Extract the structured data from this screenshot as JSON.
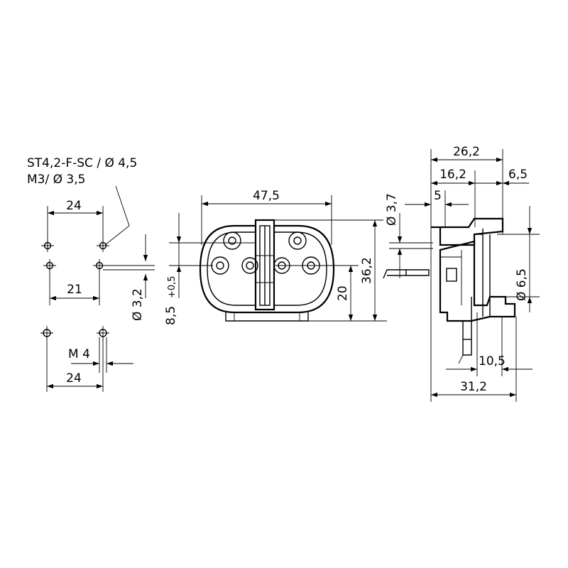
{
  "hole_pattern": {
    "screw_note_line1": "ST4,2-F-SC / Ø  4,5",
    "screw_note_line2": "M3/ Ø  3,5",
    "dim_top_24": "24",
    "dim_21": "21",
    "dim_dia_3_2": "Ø  3,2",
    "dim_8_5": "8,5",
    "dim_tolerance": "+0,5",
    "dim_m4": "M 4",
    "dim_bottom_24": "24"
  },
  "front_view": {
    "dim_47_5": "47,5",
    "dim_20": "20",
    "dim_36_2": "36,2",
    "dim_dia_3_7": "Ø  3,7"
  },
  "side_view": {
    "dim_26_2": "26,2",
    "dim_16_2": "16,2",
    "dim_6_5_top": "6,5",
    "dim_5": "5",
    "dim_dia_6_5": "Ø  6,5",
    "dim_10_5": "10,5",
    "dim_31_2": "31,2"
  }
}
